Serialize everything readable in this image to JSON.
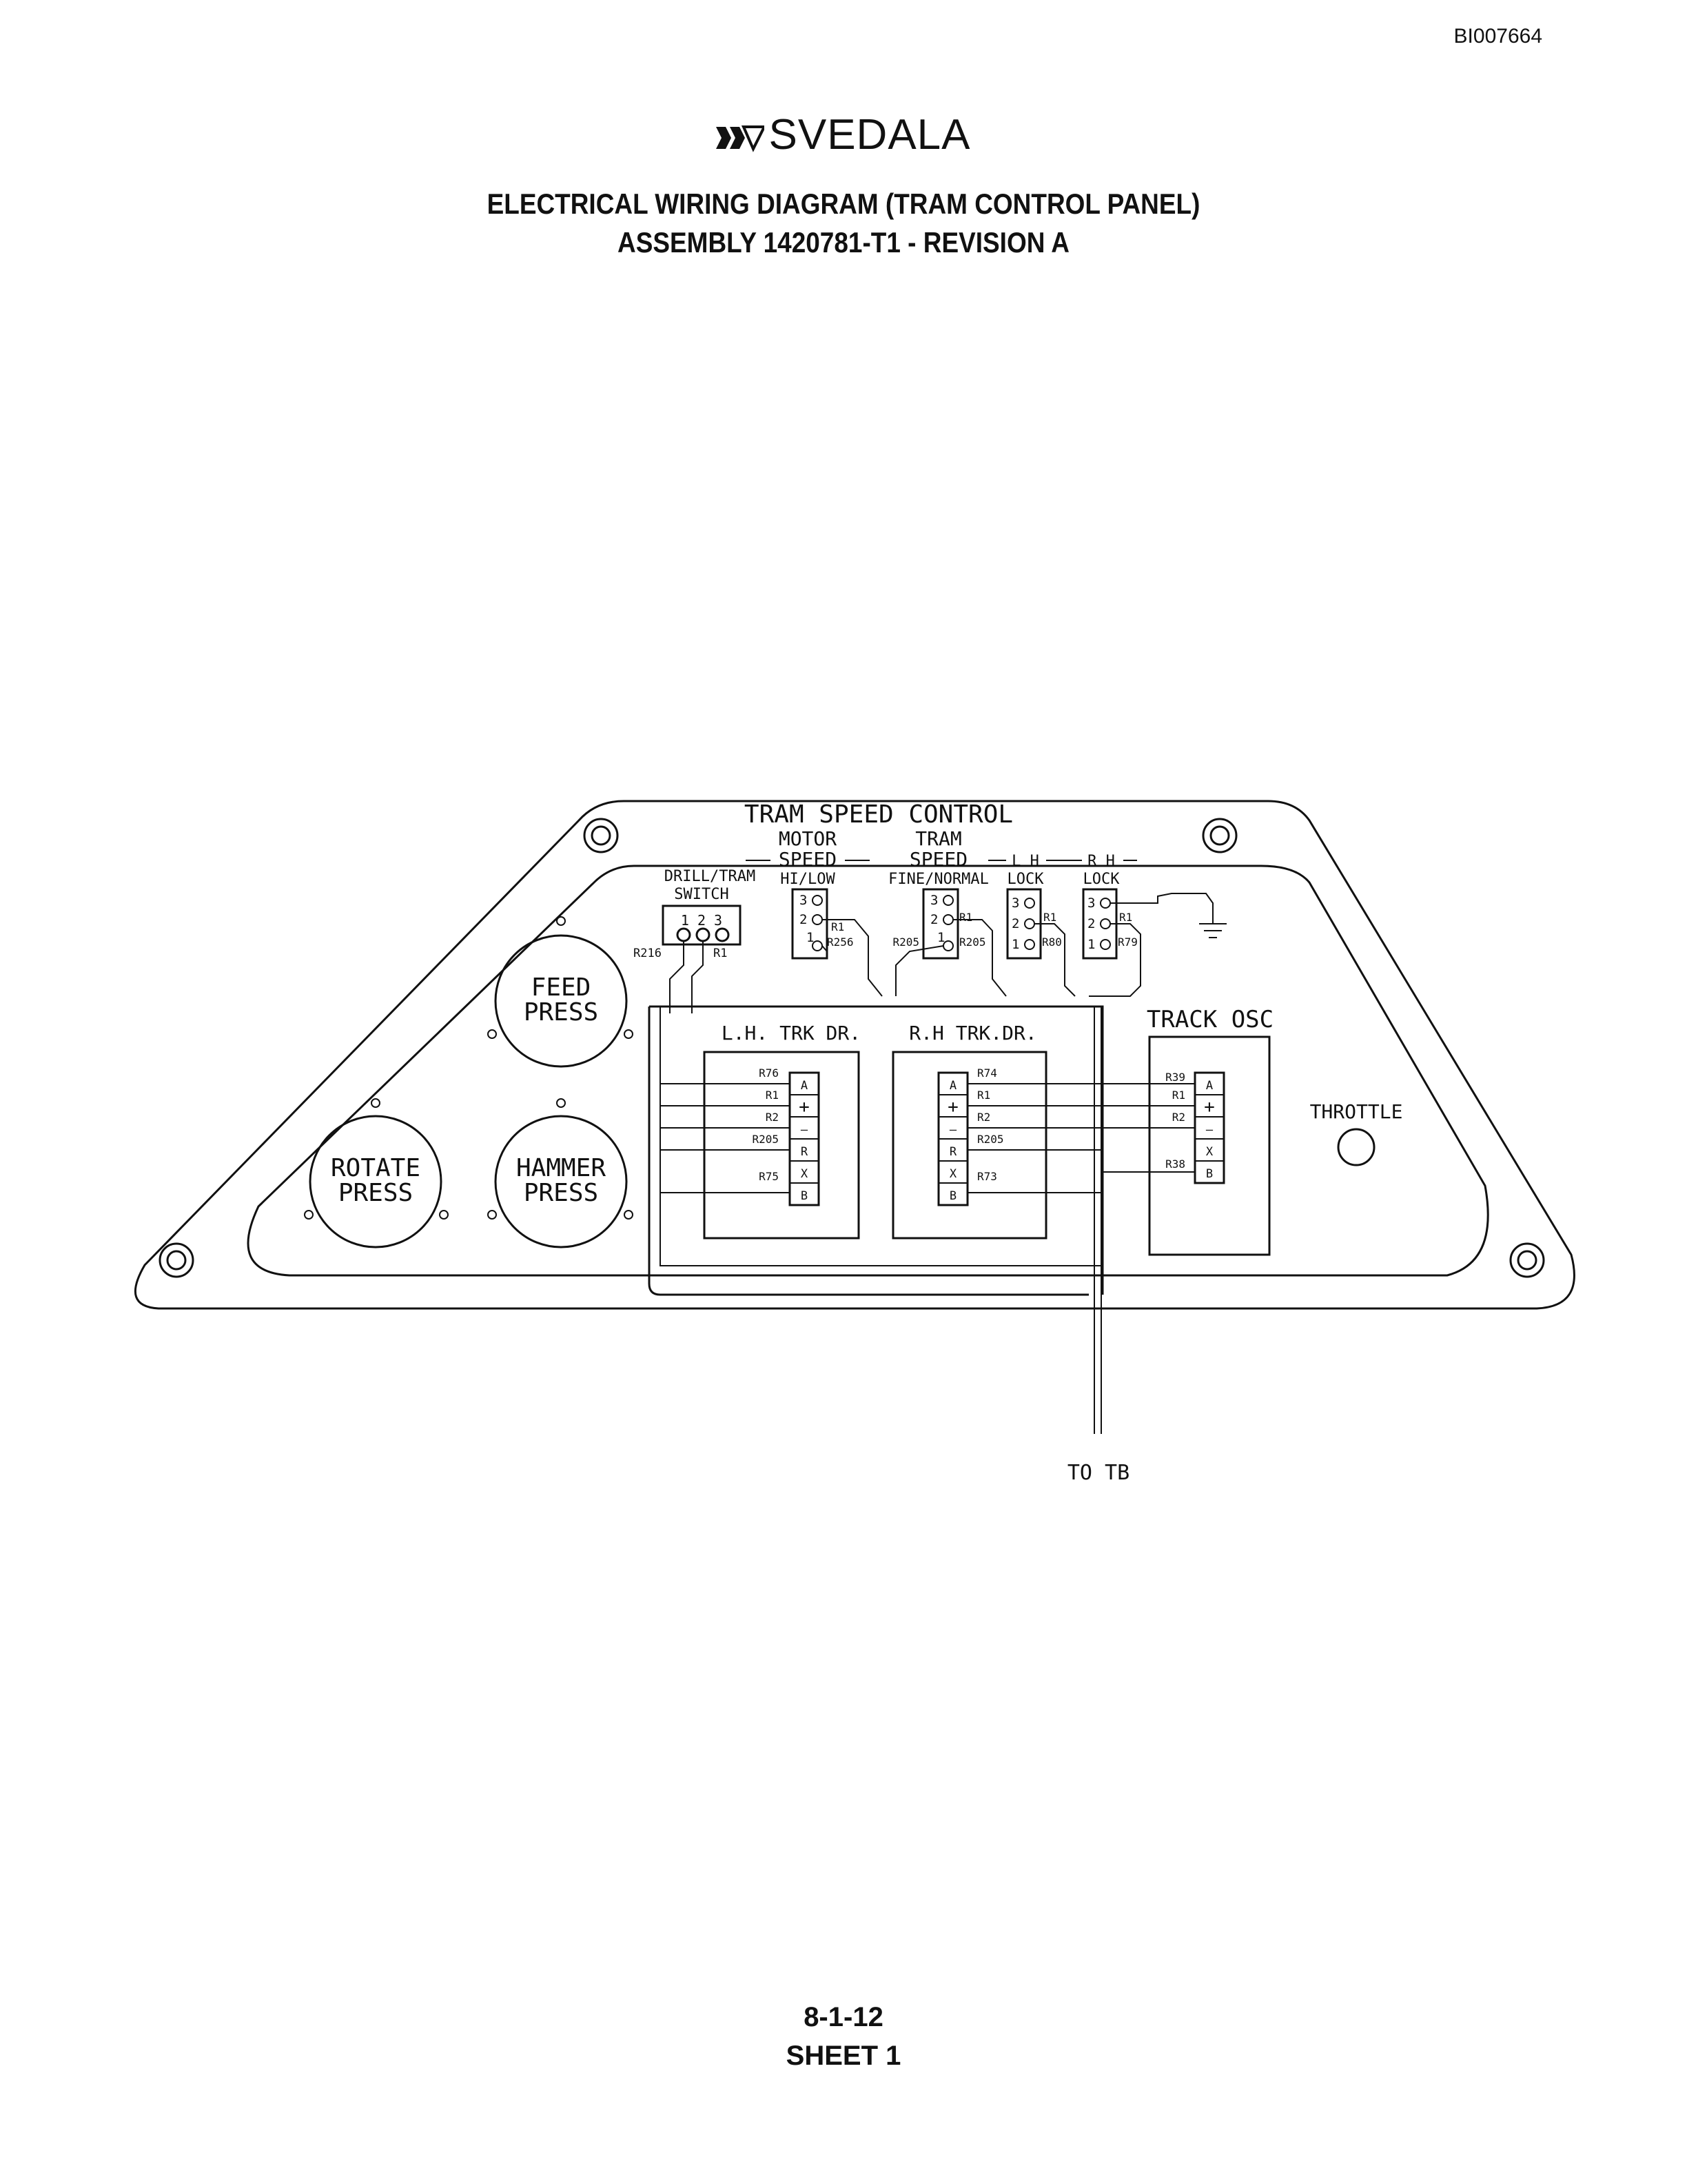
{
  "doc_id": "BI007664",
  "brand": {
    "name": "SVEDALA",
    "logo_icon": "svedala-logo-icon"
  },
  "title": {
    "line1": "ELECTRICAL WIRING DIAGRAM (TRAM CONTROL PANEL)",
    "line2": "ASSEMBLY 1420781-T1 - REVISION A"
  },
  "panel": {
    "heading": "TRAM SPEED CONTROL",
    "motor_speed": {
      "line1": "MOTOR",
      "line2": "SPEED",
      "line3": "HI/LOW"
    },
    "tram_speed": {
      "line1": "TRAM",
      "line2": "SPEED",
      "line3": "FINE/NORMAL"
    },
    "lh_lock": {
      "line1": "L H",
      "line2": "LOCK"
    },
    "rh_lock": {
      "line1": "R H",
      "line2": "LOCK"
    },
    "drill_switch": {
      "line1": "DRILL/TRAM",
      "line2": "SWITCH",
      "pins": "1 2 3",
      "wire_left": "R216",
      "wire_right": "R1"
    },
    "switch_pins": {
      "p3": "3",
      "p2": "2",
      "p1": "1"
    },
    "motor_wires": {
      "a": "R1",
      "b": "R256"
    },
    "tram_wires": {
      "a": "R1",
      "b": "R205",
      "c": "R205"
    },
    "lh_wires": {
      "a": "R1",
      "b": "R80"
    },
    "rh_wires": {
      "a": "R1",
      "b": "R79"
    },
    "gauges": {
      "feed": [
        "FEED",
        "PRESS"
      ],
      "rotate": [
        "ROTATE",
        "PRESS"
      ],
      "hammer": [
        "HAMMER",
        "PRESS"
      ]
    },
    "lh_trk": {
      "label": "L.H.  TRK DR.",
      "wires": [
        "R76",
        "R1",
        "R2",
        "R205",
        "R75"
      ],
      "pins": [
        "A",
        "+",
        "—",
        "R",
        "X",
        "B"
      ]
    },
    "rh_trk": {
      "label": "R.H  TRK.DR.",
      "wires": [
        "R74",
        "R1",
        "R2",
        "R205",
        "R73"
      ],
      "pins": [
        "A",
        "+",
        "—",
        "R",
        "X",
        "B"
      ]
    },
    "track_osc": {
      "label": "TRACK OSC",
      "wires": [
        "R39",
        "R1",
        "R2",
        "R38"
      ],
      "pins": [
        "A",
        "+",
        "—",
        "X",
        "B"
      ]
    },
    "throttle": "THROTTLE",
    "to_tb": "TO TB"
  },
  "footer": {
    "page": "8-1-12",
    "sheet": "SHEET 1"
  }
}
